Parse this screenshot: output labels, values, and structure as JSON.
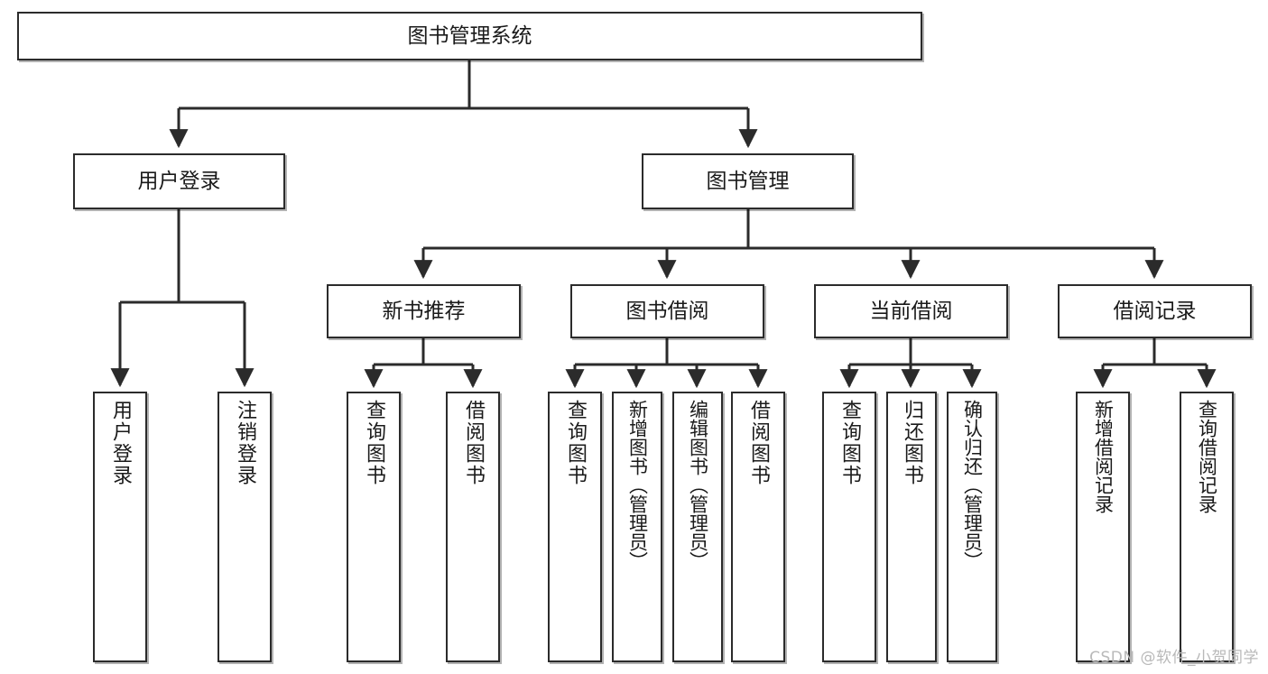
{
  "diagram": {
    "title": "图书管理系统",
    "type": "tree-structure-diagram",
    "watermark": "CSDN @软件_小贺同学",
    "colors": {
      "box_border": "#2b2b2b",
      "box_fill": "#ffffff",
      "edge": "#2b2b2b",
      "text": "#1a1a1a",
      "watermark": "#b9b9b9",
      "background": "#ffffff"
    }
  },
  "nodes": {
    "root": {
      "label": "图书管理系统",
      "level": 1
    },
    "level2": [
      {
        "label": "用户登录",
        "level": 2
      },
      {
        "label": "图书管理",
        "level": 2
      }
    ],
    "level3": [
      {
        "label": "新书推荐",
        "level": 3
      },
      {
        "label": "图书借阅",
        "level": 3
      },
      {
        "label": "当前借阅",
        "level": 3
      },
      {
        "label": "借阅记录",
        "level": 3
      }
    ],
    "leaves": {
      "user_login": [
        {
          "label": "用户登录"
        },
        {
          "label": "注销登录"
        }
      ],
      "new_book_recommend": [
        {
          "label": "查询图书"
        },
        {
          "label": "借阅图书"
        }
      ],
      "book_borrow": [
        {
          "label": "查询图书"
        },
        {
          "label": "新增图书（管理员）"
        },
        {
          "label": "编辑图书（管理员）"
        },
        {
          "label": "借阅图书"
        }
      ],
      "current_borrow": [
        {
          "label": "查询图书"
        },
        {
          "label": "归还图书"
        },
        {
          "label": "确认归还（管理员）"
        }
      ],
      "borrow_record": [
        {
          "label": "新增借阅记录"
        },
        {
          "label": "查询借阅记录"
        }
      ]
    }
  }
}
